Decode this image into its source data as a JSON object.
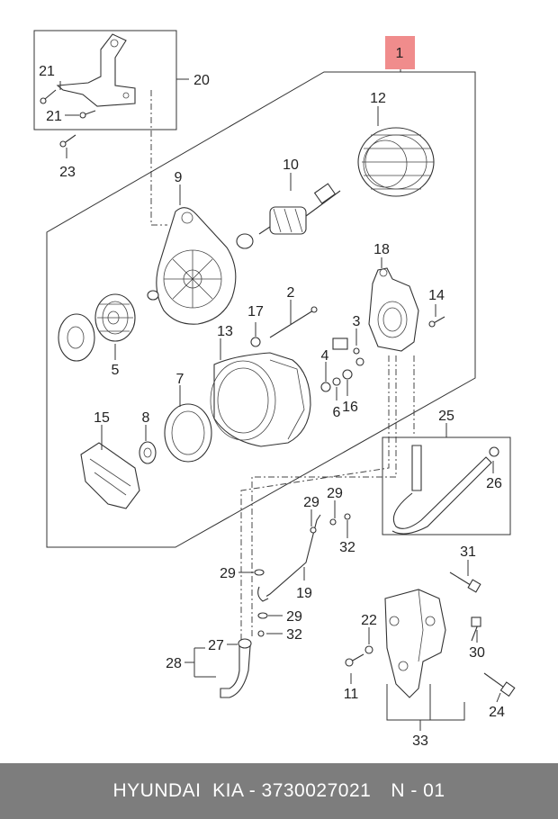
{
  "callouts": {
    "c1": "1",
    "c2": "2",
    "c3": "3",
    "c4": "4",
    "c5": "5",
    "c6": "6",
    "c7": "7",
    "c8": "8",
    "c9": "9",
    "c10": "10",
    "c11": "11",
    "c12": "12",
    "c13": "13",
    "c14": "14",
    "c15": "15",
    "c16": "16",
    "c17": "17",
    "c18": "18",
    "c19": "19",
    "c20": "20",
    "c21a": "21",
    "c21b": "21",
    "c22": "22",
    "c23": "23",
    "c24": "24",
    "c25": "25",
    "c26": "26",
    "c27": "27",
    "c28": "28",
    "c29a": "29",
    "c29b": "29",
    "c29c": "29",
    "c29d": "29",
    "c30": "30",
    "c31": "31",
    "c32a": "32",
    "c32b": "32",
    "c33": "33"
  },
  "colors": {
    "highlight": "#f08c8c",
    "footer_bg": "#7d7d7d"
  },
  "footer": {
    "brand": "HYUNDAI  KIA - 3730027021",
    "page": "N - 01"
  }
}
